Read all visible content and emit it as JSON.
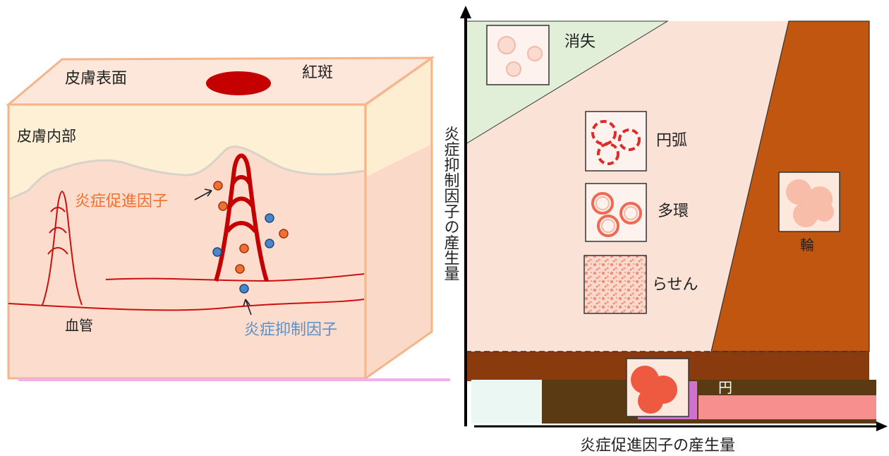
{
  "skin_diagram": {
    "surface_label": "皮膚表面",
    "erythema_label": "紅斑",
    "interior_label": "皮膚内部",
    "promoter_label": "炎症促進因子",
    "suppressor_label": "炎症抑制因子",
    "vessel_label": "血管",
    "colors": {
      "skin_top": "#fde3d7",
      "skin_front": "#fbdccb",
      "skin_upper": "#fdf0d4",
      "edge": "#f5b58a",
      "erythema": "#c40000",
      "vessel": "#cc1010",
      "promoter": "#f07030",
      "suppressor": "#4a86c8"
    }
  },
  "phase_diagram": {
    "y_axis_label": "炎症抑制因子の産生量",
    "x_axis_label": "炎症促進因子の産生量",
    "regions": [
      {
        "key": "disappear",
        "label": "消失",
        "color": "#e2efd8"
      },
      {
        "key": "arc",
        "label": "円弧",
        "color": "#fae3d6"
      },
      {
        "key": "polycyclic",
        "label": "多環",
        "color": "#fae3d6"
      },
      {
        "key": "spiral",
        "label": "らせん",
        "color": "#fae3d6"
      },
      {
        "key": "ring",
        "label": "輪",
        "color": "#c0560f"
      },
      {
        "key": "circle",
        "label": "円",
        "color": "#8a3b0e"
      }
    ]
  }
}
